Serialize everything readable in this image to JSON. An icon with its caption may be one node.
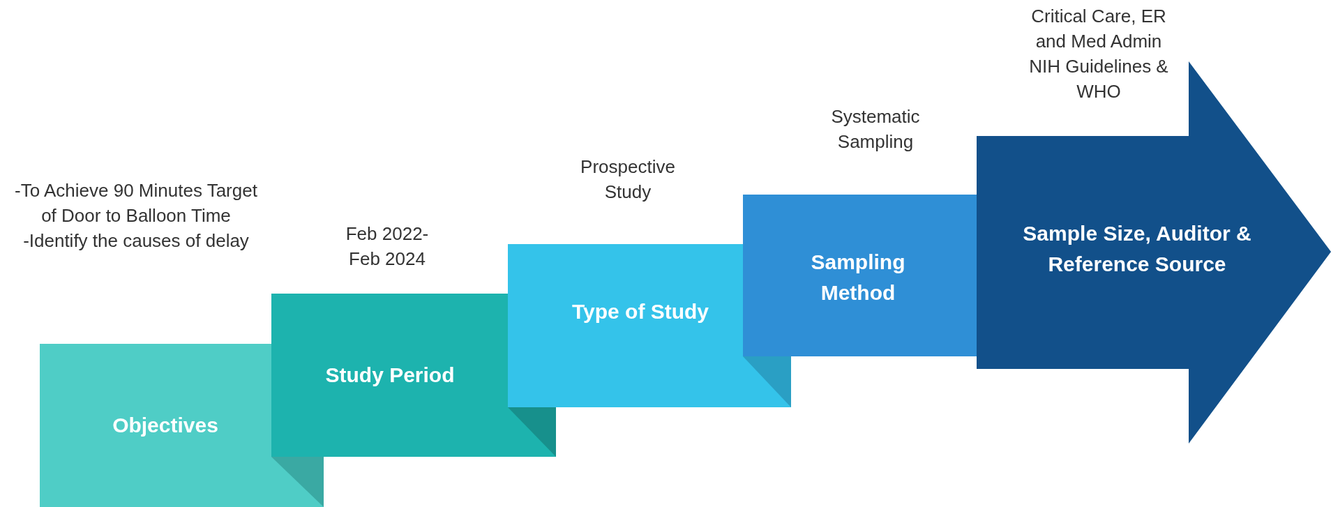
{
  "diagram": {
    "nodes": [
      {
        "text": [
          "Objectives"
        ],
        "beside": [
          "-To Achieve 90 Minutes Target of Door to Balloon Time",
          "-Identify the causes of delay"
        ]
      },
      {
        "text": [
          "Study Period"
        ],
        "beside": [
          "Feb 2022- Feb 2024"
        ]
      },
      {
        "text": [
          "Type of Study"
        ],
        "beside": [
          "Prospective Study"
        ]
      },
      {
        "text": [
          "Sampling Method"
        ],
        "beside": [
          "Systematic Sampling"
        ]
      },
      {
        "text": [
          "Sample Size, Auditor & Reference Source"
        ],
        "beside": [
          "Critical Care, ER and Med Admin",
          "NIH Guidelines & WHO"
        ]
      }
    ]
  }
}
